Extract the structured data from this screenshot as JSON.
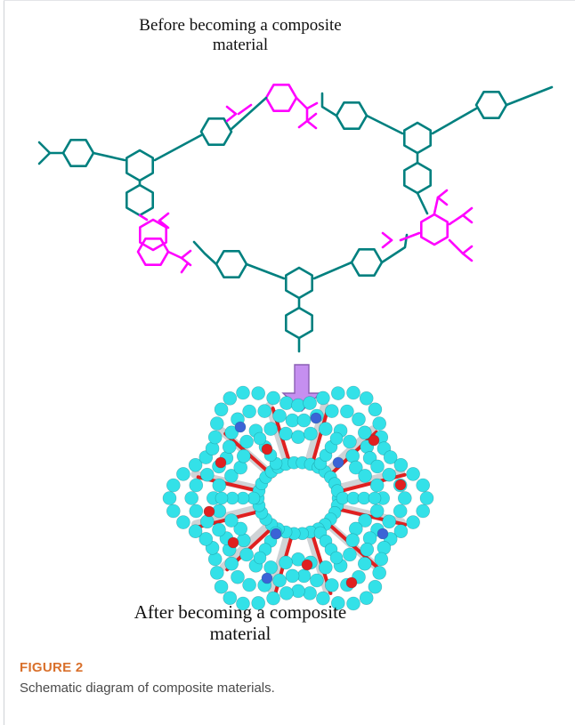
{
  "figure": {
    "title_before": "Before becoming a composite material",
    "title_after": "After becoming a composite material",
    "label": "FIGURE 2",
    "caption": "Schematic diagram of composite materials."
  },
  "colors": {
    "framework": "#00807f",
    "highlight": "#ff00ff",
    "arrow_fill": "#c58ff0",
    "arrow_stroke": "#8a5fb3",
    "atom_carbon": "#33e1e8",
    "atom_oxygen": "#e02020",
    "atom_nitrogen": "#3b63d6",
    "figure_label": "#d9702b"
  },
  "icons": {
    "arrow": "down-arrow-icon"
  }
}
